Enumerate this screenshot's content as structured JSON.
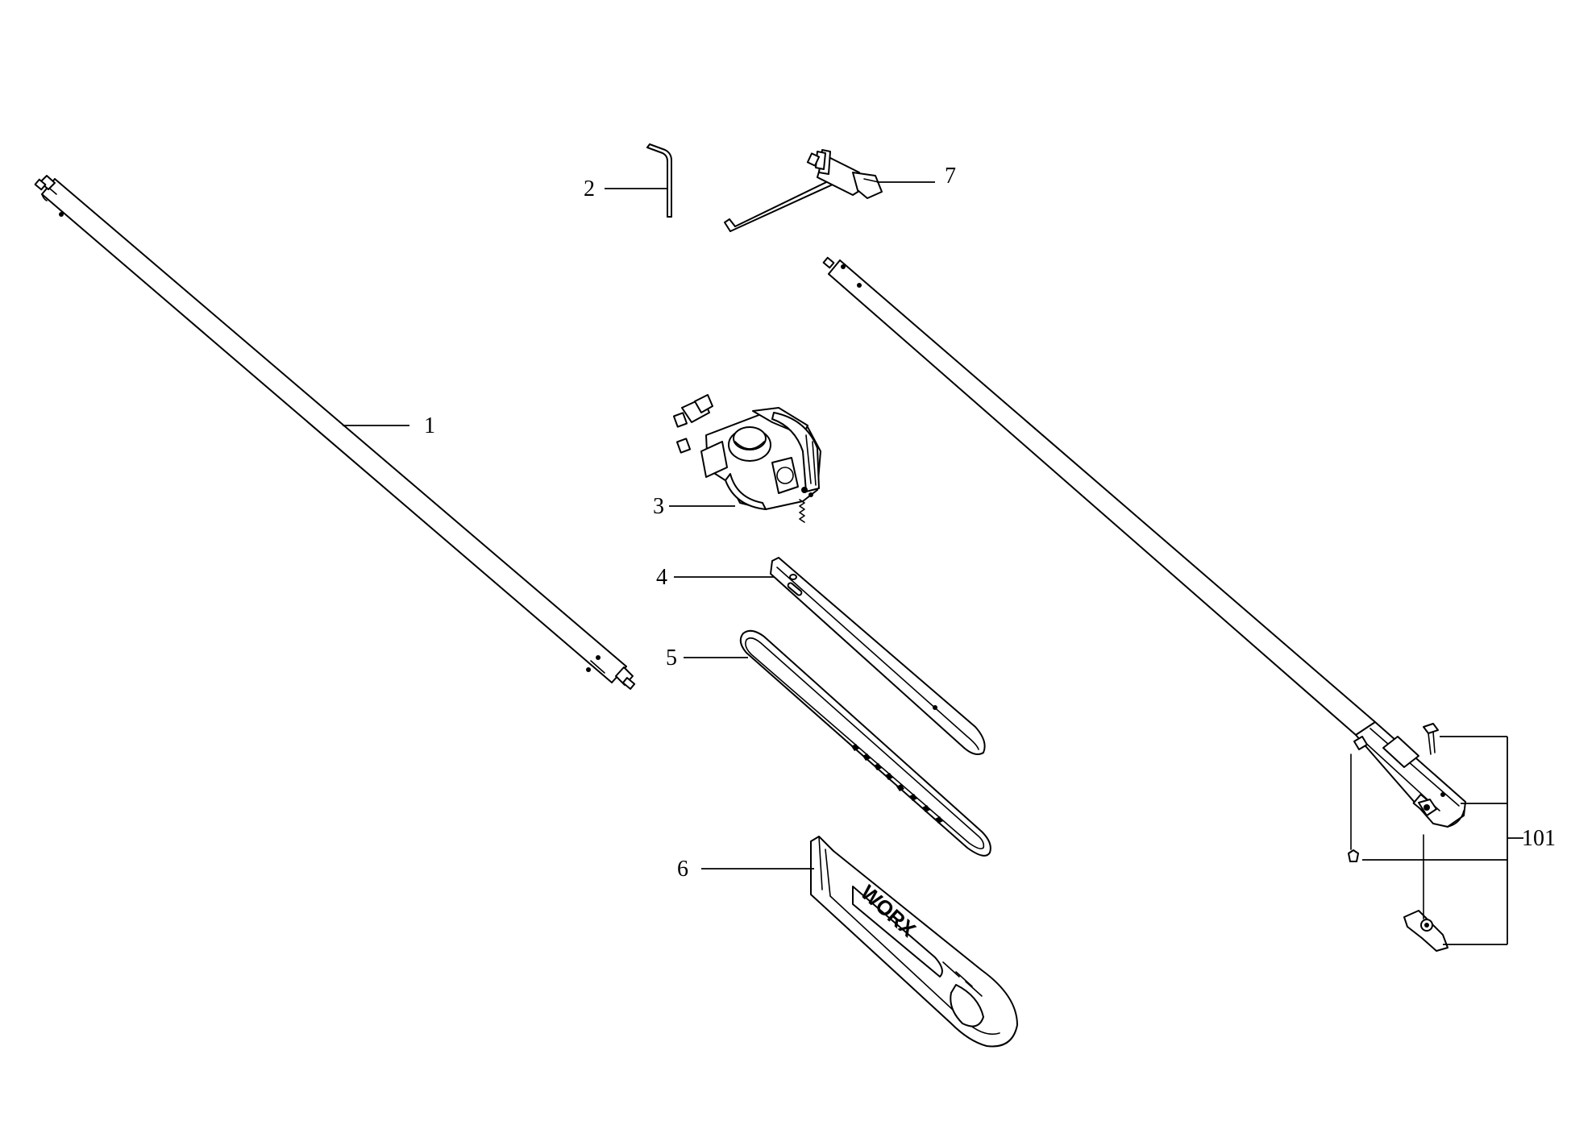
{
  "callouts": {
    "part_1": "1",
    "part_2": "2",
    "part_3": "3",
    "part_4": "4",
    "part_5": "5",
    "part_6": "6",
    "part_7": "7",
    "part_101": "101"
  },
  "cover_brand": "WORX",
  "colors": {
    "line": "#000000",
    "background": "#ffffff"
  }
}
